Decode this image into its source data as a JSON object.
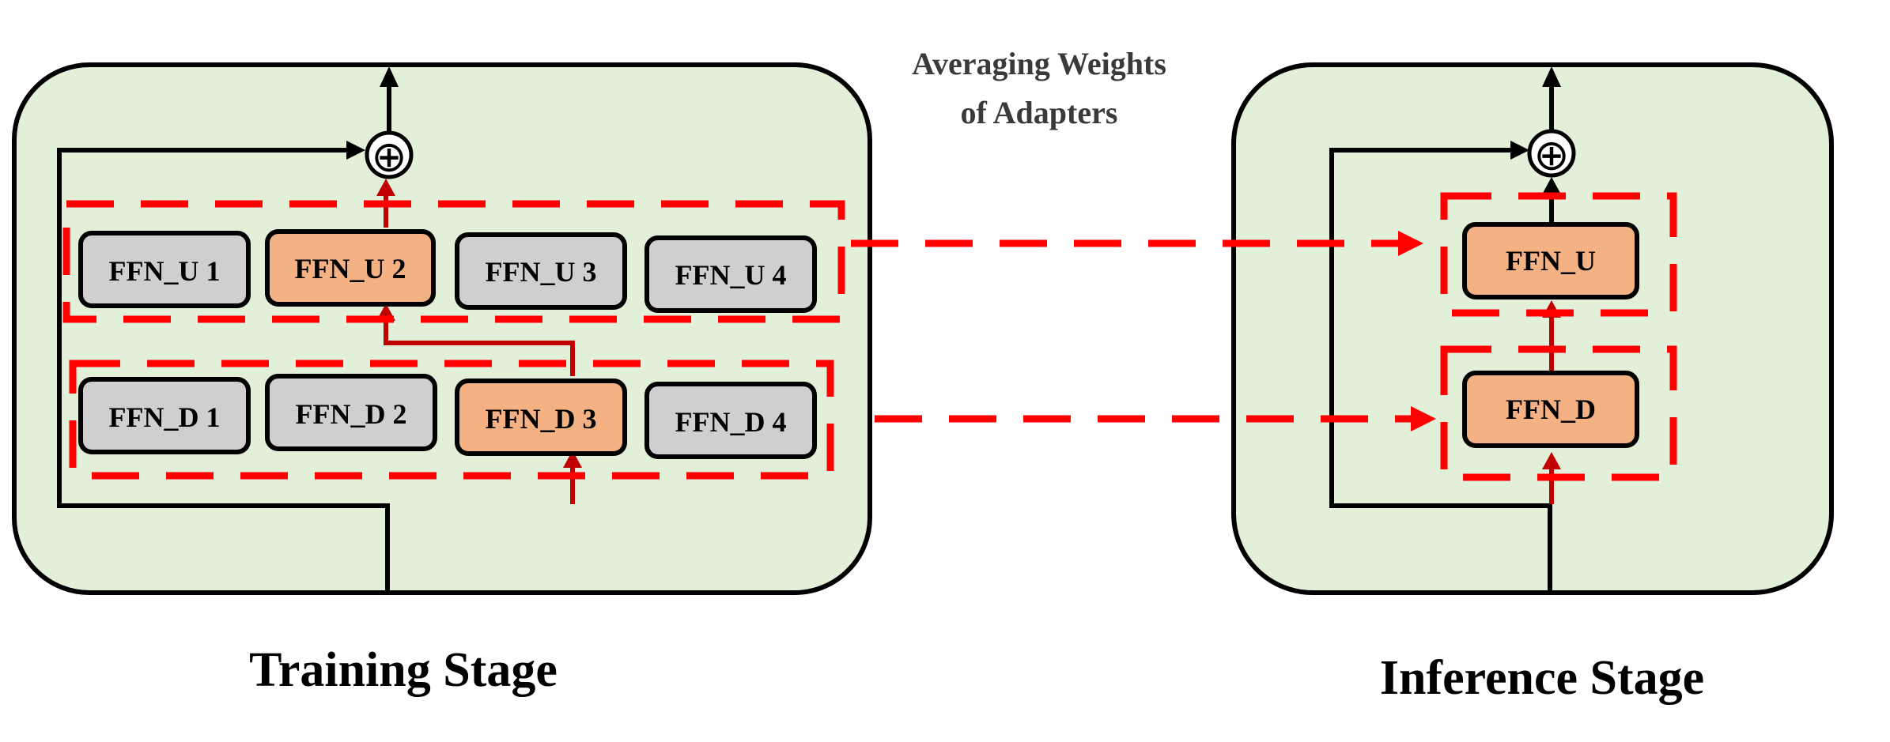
{
  "annotation": {
    "line1": "Averaging Weights",
    "line2": "of Adapters"
  },
  "training": {
    "caption": "Training Stage",
    "up_adapters": [
      "FFN_U 1",
      "FFN_U 2",
      "FFN_U 3",
      "FFN_U 4"
    ],
    "down_adapters": [
      "FFN_D 1",
      "FFN_D 2",
      "FFN_D 3",
      "FFN_D 4"
    ],
    "active_up": "FFN_U 2",
    "active_down": "FFN_D 3"
  },
  "inference": {
    "caption": "Inference Stage",
    "up_adapter": "FFN_U",
    "down_adapter": "FFN_D"
  },
  "symbols": {
    "sum": "⊕"
  },
  "colors": {
    "panel_fill": "#e2efd9",
    "inactive_box": "#d0cece",
    "active_box": "#f4b183",
    "route_arrow": "#c00000",
    "group_dash": "#ff0000"
  }
}
